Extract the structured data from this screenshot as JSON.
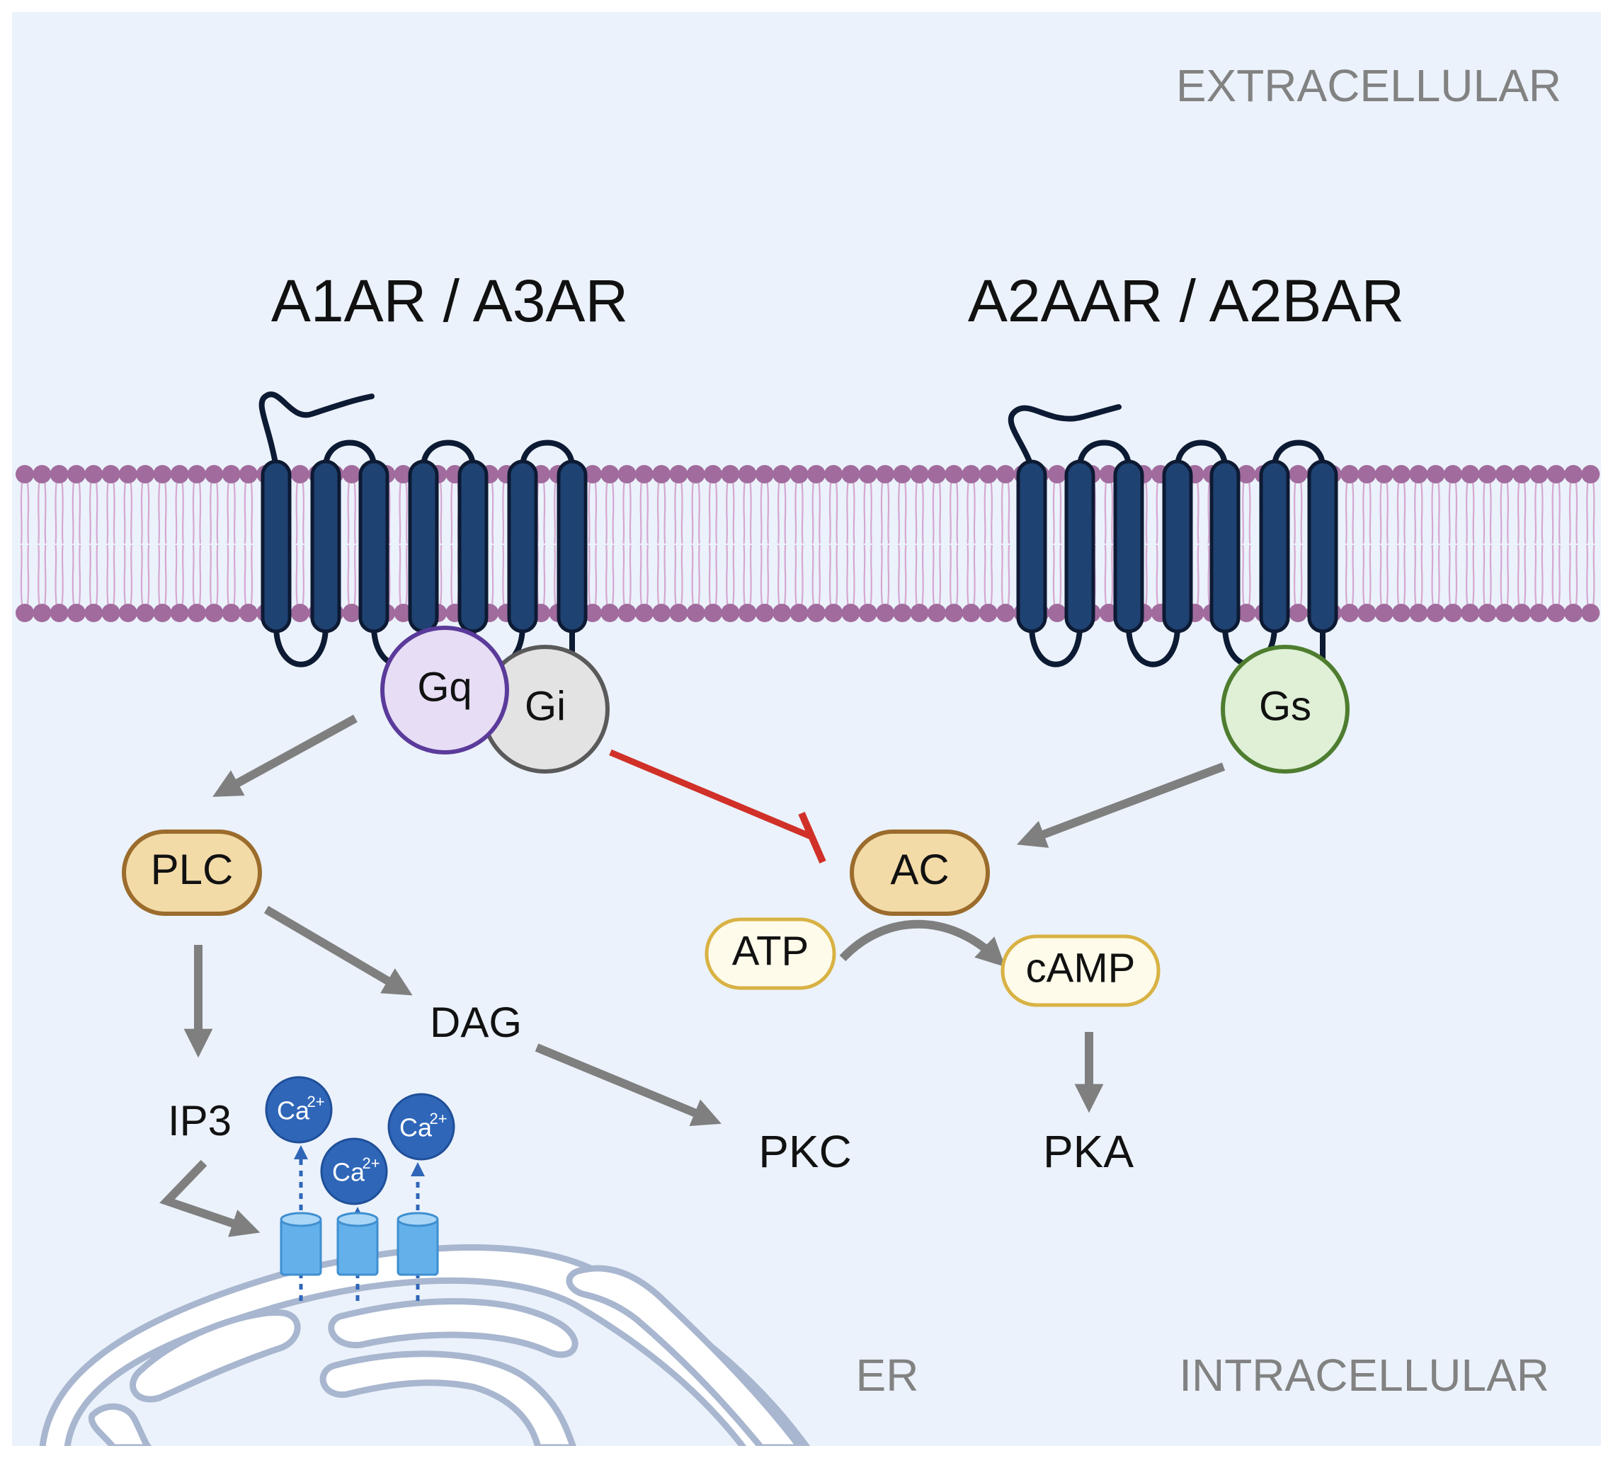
{
  "regions": {
    "extracellular": "EXTRACELLULAR",
    "intracellular": "INTRACELLULAR",
    "er": "ER"
  },
  "receptors": {
    "left": "A1AR / A3AR",
    "right": "A2AAR / A2BAR"
  },
  "g_proteins": {
    "gq": "Gq",
    "gi": "Gi",
    "gs": "Gs"
  },
  "molecules": {
    "plc": "PLC",
    "ac": "AC",
    "atp": "ATP",
    "camp": "cAMP",
    "dag": "DAG",
    "ip3": "IP3",
    "pkc": "PKC",
    "pka": "PKA",
    "calcium": "Ca",
    "calcium_charge": "2+"
  },
  "colors": {
    "background": "#ebf2fb",
    "frame": "#ffffff",
    "receptor": "#1e4272",
    "receptor_outline": "#0d1a33",
    "lipid_head": "#a16c9d",
    "lipid_tail": "#d6a7d1",
    "gq_fill": "#e7ddf5",
    "gq_stroke": "#5a3a9a",
    "gi_fill": "#e3e3e3",
    "gi_stroke": "#5a5a5a",
    "gs_fill": "#dff0d6",
    "gs_stroke": "#4e7d2f",
    "enzyme_fill": "#f3dba8",
    "enzyme_stroke": "#9b6c2c",
    "metabolite_fill": "#fffbea",
    "metabolite_stroke": "#d8b244",
    "arrow": "#7f7f7f",
    "inhibit": "#d03028",
    "calcium": "#2f66b8",
    "channel": "#63b0ea",
    "er_stroke": "#a8b6cf",
    "label_gray": "#828282",
    "text": "#111111"
  }
}
